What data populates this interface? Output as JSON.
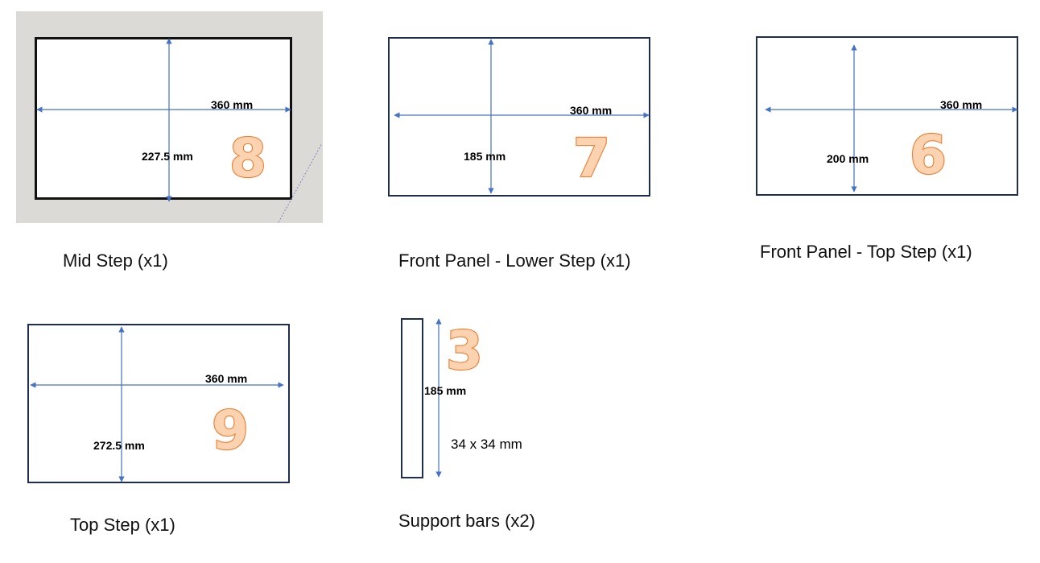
{
  "pieces": [
    {
      "id": "mid-step",
      "number": "8",
      "width_label": "360 mm",
      "height_label": "227.5 mm",
      "caption": "Mid Step (x1)"
    },
    {
      "id": "front-panel-lower",
      "number": "7",
      "width_label": "360 mm",
      "height_label": "185 mm",
      "caption": "Front Panel - Lower Step (x1)"
    },
    {
      "id": "front-panel-top",
      "number": "6",
      "width_label": "360 mm",
      "height_label": "200 mm",
      "caption": "Front Panel - Top Step (x1)"
    },
    {
      "id": "top-step",
      "number": "9",
      "width_label": "360 mm",
      "height_label": "272.5 mm",
      "caption": "Top Step (x1)"
    },
    {
      "id": "support-bars",
      "number": "3",
      "height_label": "185 mm",
      "section_label": "34 x 34 mm",
      "caption": "Support bars (x2)"
    }
  ],
  "colors": {
    "arrow": "#4472c4",
    "panel_border": "#1f2d4e",
    "number_fill": "#fbd3b0",
    "number_stroke": "#ed7d31",
    "photo_background": "#dcdad6"
  }
}
